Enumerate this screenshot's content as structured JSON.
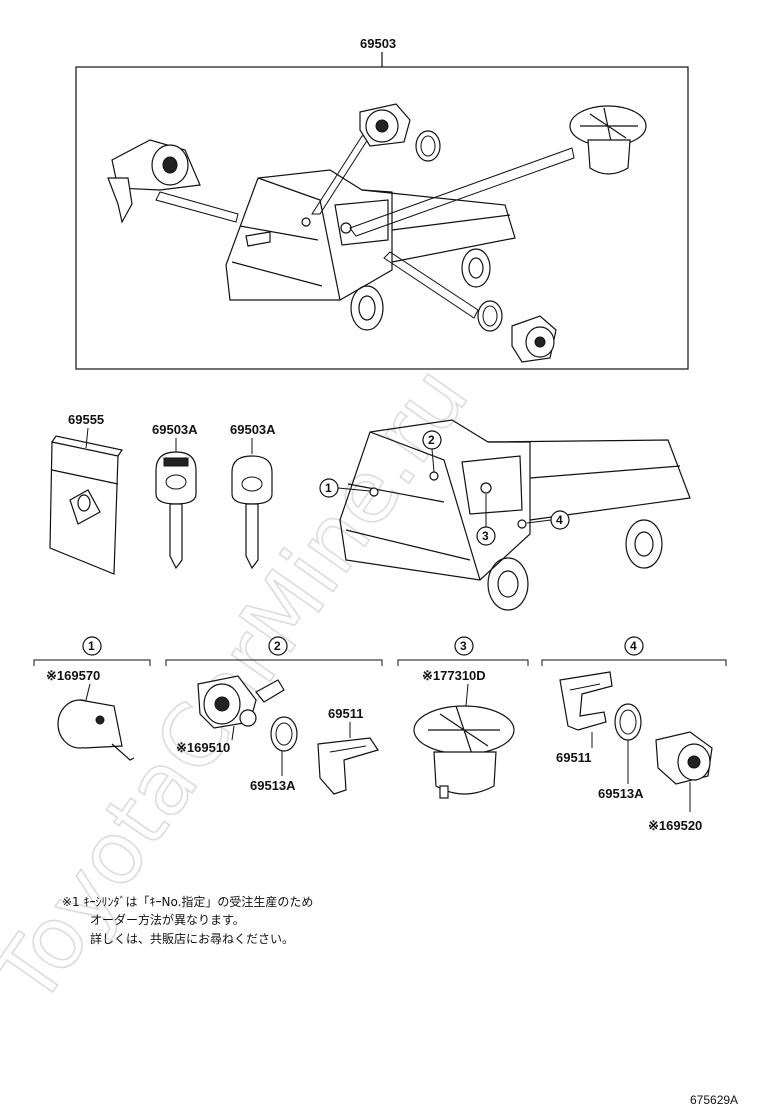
{
  "watermark": "ToyotaCarMine.ru",
  "set_label": "69503",
  "parts": {
    "wallet": "69555",
    "key_master": "69503A",
    "key_sub": "69503A",
    "cyl_1": "※169570",
    "cyl_2": "※169510",
    "cyl_3": "※177310D",
    "cyl_4": "※169520",
    "retainer_2": "69511",
    "retainer_4": "69511",
    "gasket_2": "69513A",
    "gasket_4": "69513A"
  },
  "callouts": [
    "1",
    "2",
    "3",
    "4"
  ],
  "note_lines": [
    "※1 ｷｰｼﾘﾝﾀﾞは「ｷｰNo.指定」の受注生産のため",
    "オーダー方法が異なります。",
    "詳しくは、共販店にお尋ねください。"
  ],
  "diagram_id": "675629A"
}
